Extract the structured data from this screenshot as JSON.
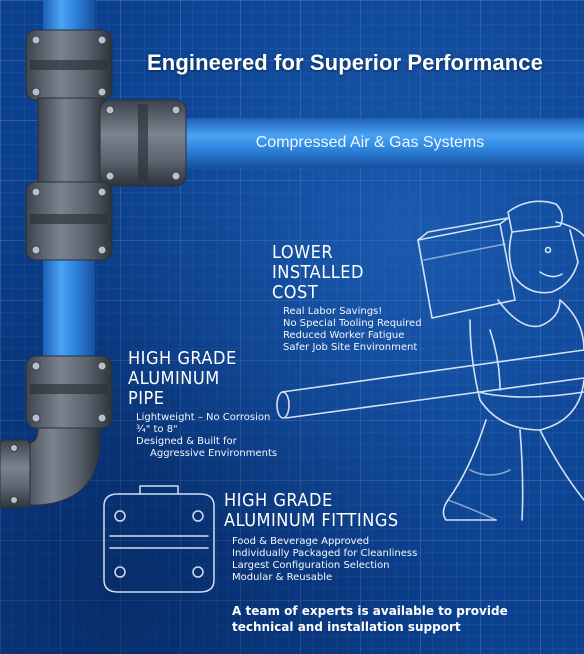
{
  "header": {
    "title": "Engineered for Superior Performance",
    "subtitle": "Compressed Air & Gas Systems"
  },
  "sections": {
    "lower_cost": {
      "heading_lines": [
        "LOWER",
        "INSTALLED",
        "COST"
      ],
      "items": [
        "Real Labor Savings!",
        "No Special Tooling Required",
        "Reduced Worker Fatigue",
        "Safer Job Site Environment"
      ]
    },
    "pipe": {
      "heading_lines": [
        "HIGH GRADE",
        "ALUMINUM",
        "PIPE"
      ],
      "items": [
        "Lightweight – No Corrosion",
        "¾\" to 8\"",
        "Designed & Built for",
        "Aggressive Environments"
      ]
    },
    "fittings": {
      "heading_lines": [
        "HIGH GRADE",
        "ALUMINUM FITTINGS"
      ],
      "items": [
        "Food & Beverage Approved",
        "Individually Packaged for Cleanliness",
        "Largest Configuration Selection",
        "Modular & Reusable"
      ]
    }
  },
  "support": {
    "lines": [
      "A team of experts is available to provide",
      "technical and installation support"
    ]
  },
  "colors": {
    "background": "#0b418f",
    "pipe_blue": "#2f86e0",
    "fitting_gray": "#5c6470"
  },
  "icons": [
    "pipe-fitting-illustration",
    "worker-sketch",
    "fitting-sketch"
  ]
}
